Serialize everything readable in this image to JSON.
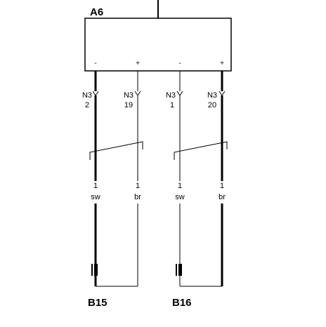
{
  "module": {
    "label": "A6"
  },
  "pins": [
    {
      "polarity": "-",
      "connector": "N3",
      "pin": "2",
      "number": "1",
      "color": "sw"
    },
    {
      "polarity": "+",
      "connector": "N3",
      "pin": "19",
      "number": "1",
      "color": "br"
    },
    {
      "polarity": "-",
      "connector": "N3",
      "pin": "1",
      "number": "1",
      "color": "sw"
    },
    {
      "polarity": "+",
      "connector": "N3",
      "pin": "20",
      "number": "1",
      "color": "br"
    }
  ],
  "components": [
    {
      "label": "B15"
    },
    {
      "label": "B16"
    }
  ]
}
